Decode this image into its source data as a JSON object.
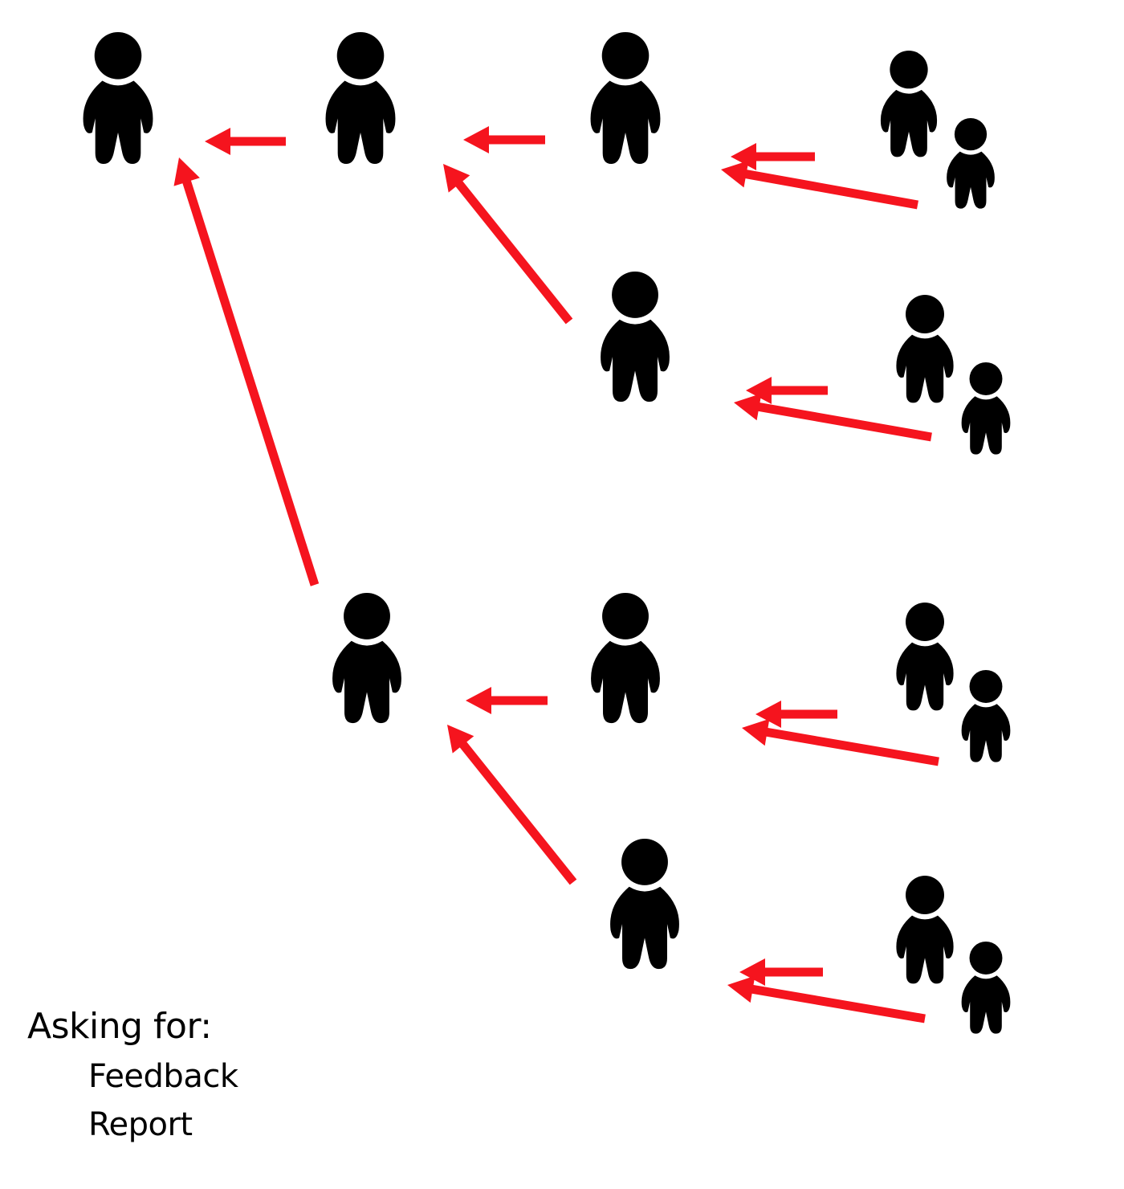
{
  "colors": {
    "person": "#000000",
    "arrow": "#f5141e",
    "background": "#ffffff"
  },
  "caption": {
    "heading": "Asking for:",
    "items": [
      "Feedback",
      "Report"
    ]
  },
  "icons": {
    "person": "person-icon",
    "arrow": "arrow-icon"
  }
}
